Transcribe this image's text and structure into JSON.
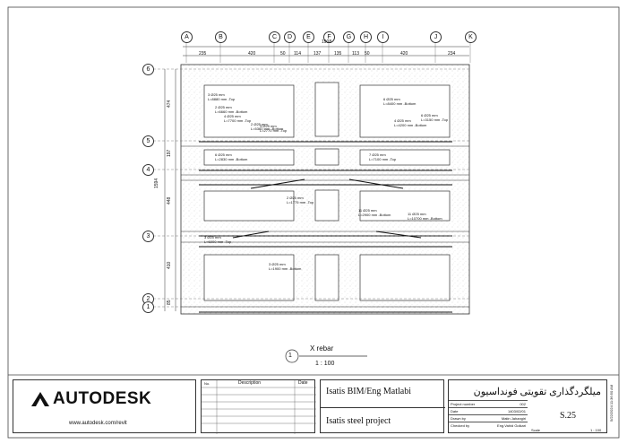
{
  "grid": {
    "columns": [
      "A",
      "B",
      "C",
      "D",
      "E",
      "F",
      "G",
      "H",
      "I",
      "J",
      "K"
    ],
    "rows": [
      "6",
      "5",
      "4",
      "3",
      "2",
      "1"
    ]
  },
  "dims": {
    "total": "1908",
    "segments": [
      "235",
      "420",
      "50",
      "114",
      "137",
      "135",
      "113",
      "50",
      "420",
      "234"
    ],
    "left_total": "1594",
    "left_segments": [
      "474",
      "197",
      "448",
      "410",
      "85"
    ]
  },
  "bar_labels": [
    "3 Ø25 mm",
    "L=8880 mm -Top",
    "2 Ø25 mm",
    "L=6660 mm -Bottom",
    "4 Ø25 mm",
    "L=7700 mm -Top",
    "2 Ø25 mm",
    "L=5360 mm -Bottom",
    "3 Ø25 mm",
    "L=2770 mm -Top",
    "6 Ø25 mm",
    "L=8400 mm -Bottom",
    "4 Ø25 mm",
    "L=4200 mm -Bottom",
    "6 Ø25 mm",
    "L=3150 mm -Top",
    "6 Ø25 mm",
    "L=2830 mm -Bottom",
    "7 Ø25 mm",
    "L=7100 mm -Top",
    "2 Ø25 mm",
    "L=1775 mm -Top",
    "11 Ø25 mm",
    "L=2900 mm -Bottom",
    "11 Ø25 mm",
    "L=10700 mm -Bottom",
    "3 Ø25 mm",
    "L=6000 mm -Top",
    "3 Ø25 mm",
    "L=1900 mm -Bottom"
  ],
  "view": {
    "number": "1",
    "title": "X rebar",
    "scale": "1 : 100"
  },
  "titleblock": {
    "logo": "AUTODESK",
    "url": "www.autodesk.com/revit",
    "rev_headers": {
      "no": "No.",
      "description": "Description",
      "date": "Date"
    },
    "company": "Isatis BIM/Eng Matlabi",
    "project_name": "Isatis steel project",
    "persian_title": "میلگردگذاری تقویتی فونداسیون",
    "fields": [
      {
        "label": "Project number",
        "value": "002"
      },
      {
        "label": "Date",
        "value": "1403/02/01"
      },
      {
        "label": "Drawn by",
        "value": "Matin Jahangiri"
      },
      {
        "label": "Checked by",
        "value": "Eng.Vahid Golkari"
      }
    ],
    "sheet_number": "S.25",
    "scale_label": "Scale",
    "scale_value": "1 : 100",
    "timestamp": "5/22/2024 11:36:50 AM"
  }
}
